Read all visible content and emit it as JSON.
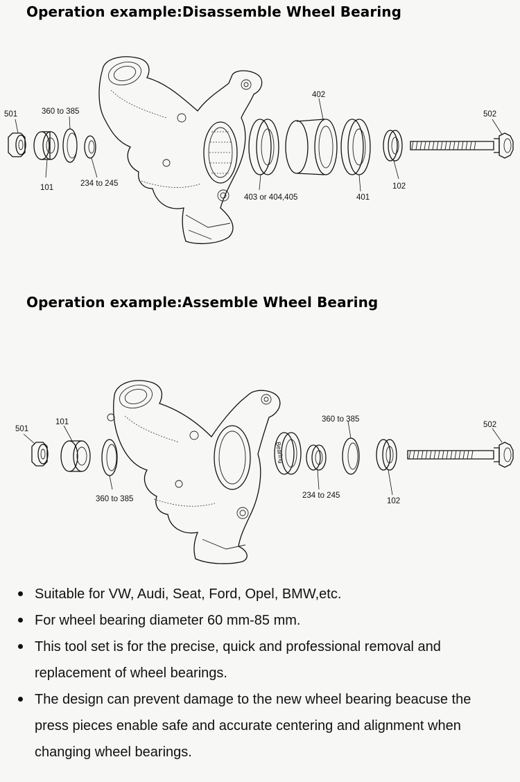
{
  "sections": [
    {
      "title": "Operation example:Disassemble Wheel Bearing",
      "labels": {
        "p501": "501",
        "p360": "360 to 385",
        "p101": "101",
        "p234": "234 to 245",
        "p402": "402",
        "p403": "403 or 404,405",
        "p401": "401",
        "p102": "102",
        "p502": "502"
      }
    },
    {
      "title": "Operation example:Assemble Wheel Bearing",
      "labels": {
        "p501": "501",
        "p101": "101",
        "p360a": "360 to 385",
        "bearing": "Bearing",
        "p234": "234 to 245",
        "p360b": "360 to 385",
        "p102": "102",
        "p502": "502"
      }
    }
  ],
  "bullets": [
    "Suitable for VW, Audi, Seat, Ford, Opel, BMW,etc.",
    "For wheel bearing diameter 60 mm-85 mm.",
    "This tool set is for the precise, quick and professional removal and replacement of wheel bearings.",
    "The design can prevent damage to the new wheel bearing beacuse the press pieces enable safe and accurate centering and alignment when changing wheel bearings."
  ]
}
